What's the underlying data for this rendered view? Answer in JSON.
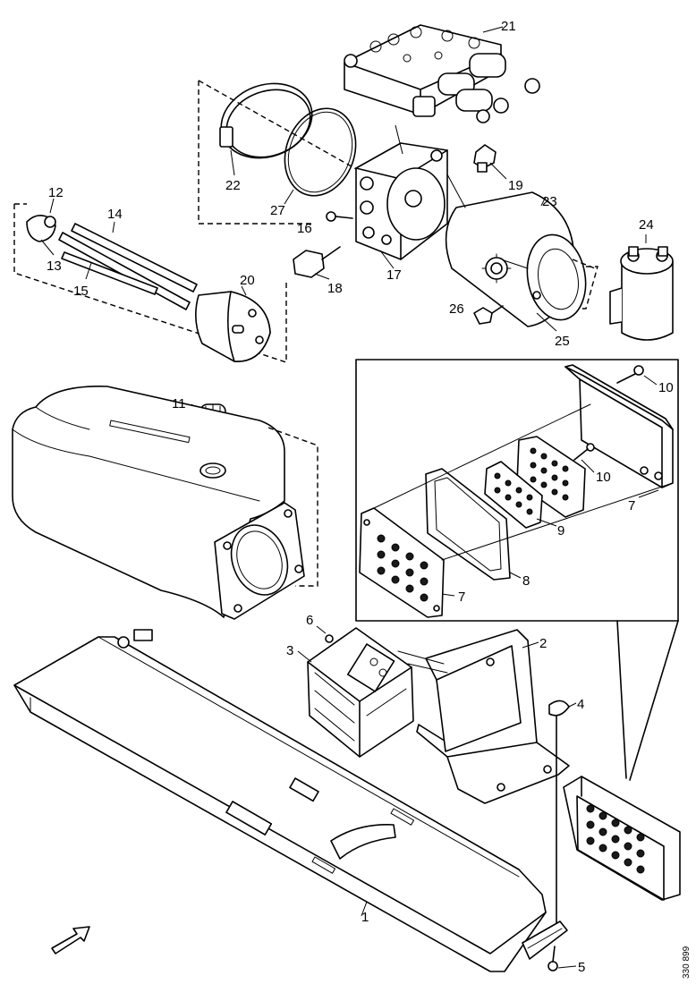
{
  "diagram": {
    "reference_code": "330 899",
    "labels": {
      "l1": "1",
      "l2": "2",
      "l3": "3",
      "l4": "4",
      "l5": "5",
      "l6": "6",
      "l7a": "7",
      "l7b": "7",
      "l8": "8",
      "l9": "9",
      "l10a": "10",
      "l10b": "10",
      "l11": "11",
      "l12": "12",
      "l13": "13",
      "l14": "14",
      "l15": "15",
      "l16": "16",
      "l17": "17",
      "l18": "18",
      "l19": "19",
      "l20": "20",
      "l21": "21",
      "l22": "22",
      "l23": "23",
      "l24": "24",
      "l25": "25",
      "l26": "26",
      "l27": "27"
    }
  }
}
